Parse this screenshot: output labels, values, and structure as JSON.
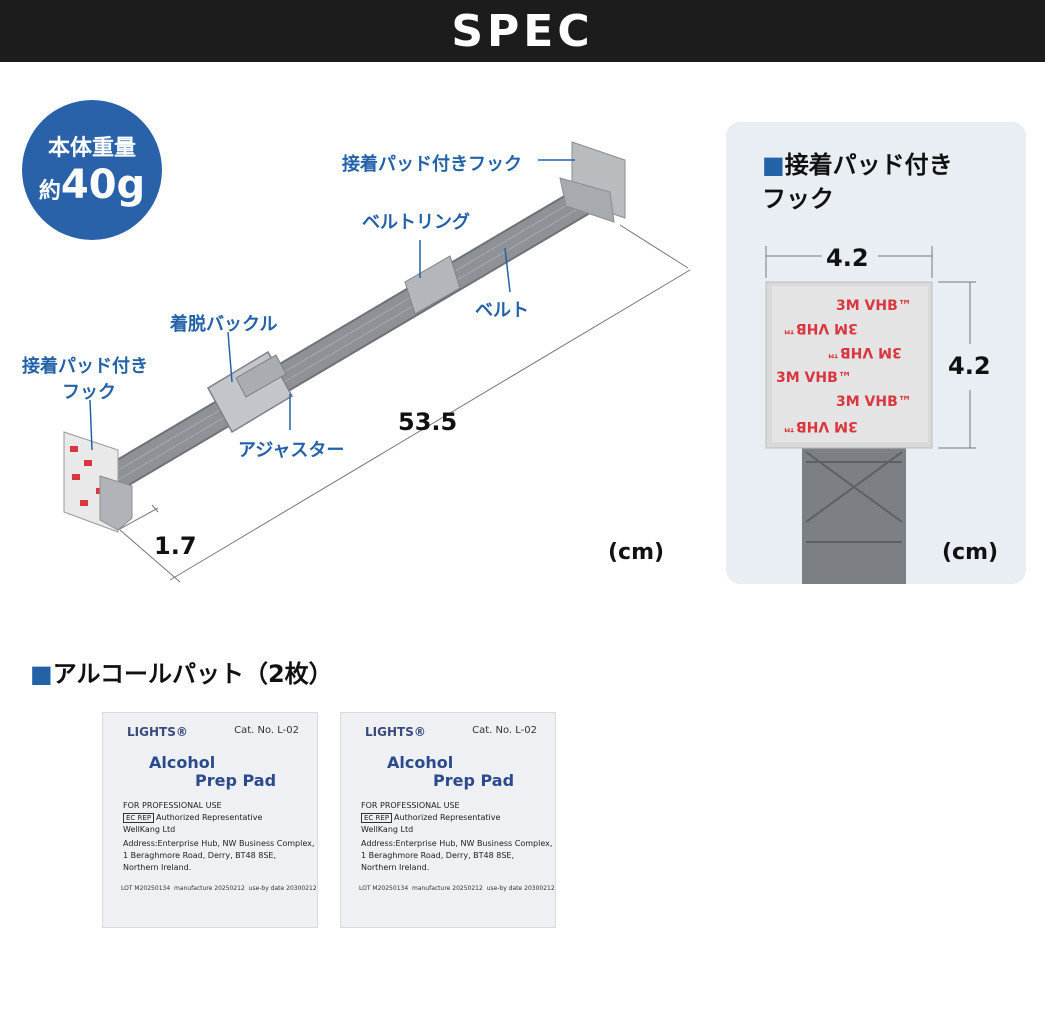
{
  "header": {
    "title": "SPEC"
  },
  "weight_badge": {
    "line1": "本体重量",
    "prefix": "約",
    "value": "40g"
  },
  "callouts": {
    "hook_top": "接着パッド付きフック",
    "belt_ring": "ベルトリング",
    "belt": "ベルト",
    "buckle": "着脱バックル",
    "hook_left_1": "接着パッド付き",
    "hook_left_2": "フック",
    "adjuster": "アジャスター"
  },
  "dimensions": {
    "length": "53.5",
    "depth": "1.7",
    "unit_main": "(cm)",
    "pad_width": "4.2",
    "pad_height": "4.2",
    "unit_panel": "(cm)"
  },
  "panel": {
    "square": "■",
    "title_line1": "接着パッド付き",
    "title_line2": "フック"
  },
  "alcohol": {
    "square": "■",
    "title": "アルコールパット（2枚）"
  },
  "pads": [
    {
      "brand": "LIGHTS®",
      "cat": "Cat. No. L-02",
      "name1": "Alcohol",
      "name2": "Prep Pad",
      "use": "FOR PROFESSIONAL USE",
      "ec_label": "EC REP",
      "auth": "Authorized Representative",
      "company": "WellKang Ltd",
      "addr1": "Address:Enterprise Hub, NW Business Complex,",
      "addr2": "1 Beraghmore Road, Derry, BT48 8SE,",
      "addr3": "Northern Ireland.",
      "lot": "LOT M20250134",
      "mfg": "manufacture 20250212",
      "exp": "use-by date 20300212"
    },
    {
      "brand": "LIGHTS®",
      "cat": "Cat. No. L-02",
      "name1": "Alcohol",
      "name2": "Prep Pad",
      "use": "FOR PROFESSIONAL USE",
      "ec_label": "EC REP",
      "auth": "Authorized Representative",
      "company": "WellKang Ltd",
      "addr1": "Address:Enterprise Hub, NW Business Complex,",
      "addr2": "1 Beraghmore Road, Derry, BT48 8SE,",
      "addr3": "Northern Ireland.",
      "lot": "LOT M20250134",
      "mfg": "manufacture 20250212",
      "exp": "use-by date 20300212"
    }
  ],
  "tape_label": "3M VHB™",
  "colors": {
    "accent": "#2462a8",
    "header": "#1c1c1c",
    "panel": "#e8eef3",
    "tape_red": "#d9373f",
    "belt": "#8e9296"
  }
}
